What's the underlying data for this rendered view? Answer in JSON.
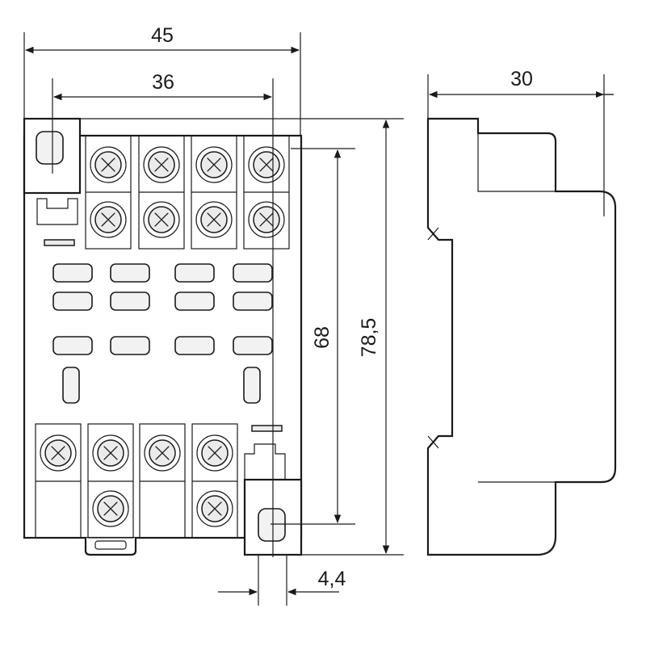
{
  "dimensions": {
    "width_overall": "45",
    "width_pitch": "36",
    "height_mount": "68",
    "height_overall": "78,5",
    "depth": "30",
    "offset": "4,4"
  },
  "colors": {
    "line": "#1a1a1a",
    "background": "#ffffff",
    "terminal_fill": "#ebebeb"
  }
}
